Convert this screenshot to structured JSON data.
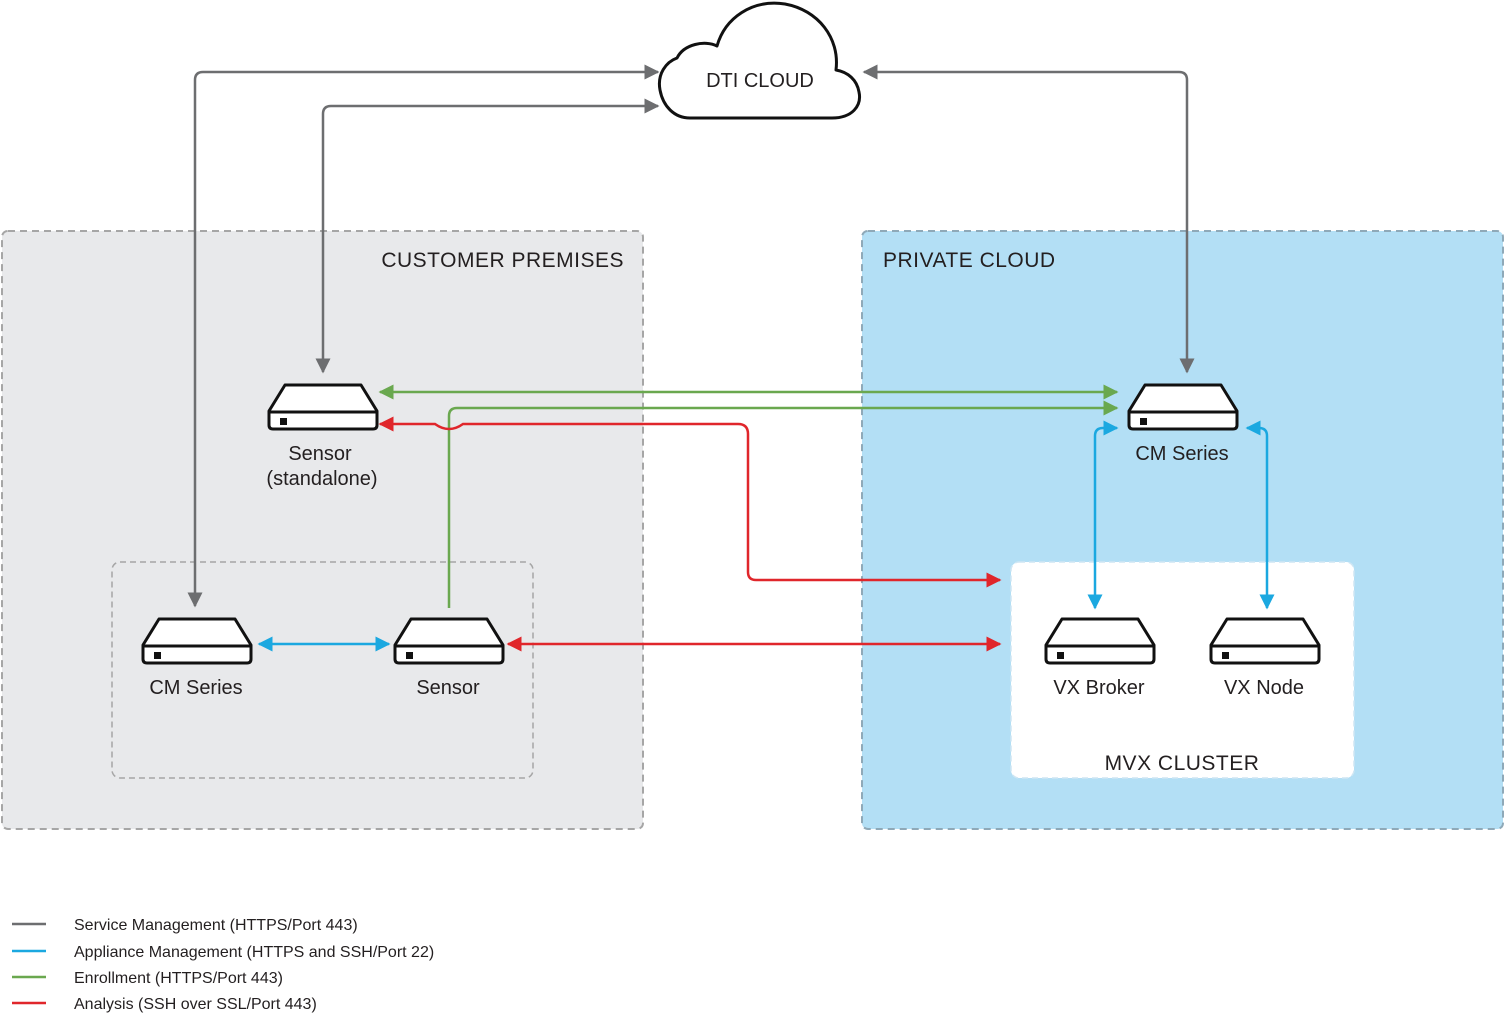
{
  "cloud": {
    "label": "DTI CLOUD",
    "icon": "cloud-icon"
  },
  "zones": {
    "customer_premises": {
      "title": "CUSTOMER PREMISES",
      "fill": "#e8e9eb"
    },
    "private_cloud": {
      "title": "PRIVATE CLOUD",
      "fill": "#b3dff5"
    },
    "mvx_cluster": {
      "title": "MVX CLUSTER",
      "fill": "#ffffff"
    }
  },
  "devices": {
    "sensor_standalone": {
      "line1": "Sensor",
      "line2": "(standalone)",
      "icon": "server-appliance-icon"
    },
    "cm_series_local": {
      "label": "CM Series",
      "icon": "server-appliance-icon"
    },
    "sensor": {
      "label": "Sensor",
      "icon": "server-appliance-icon"
    },
    "cm_series_private": {
      "label": "CM Series",
      "icon": "server-appliance-icon"
    },
    "vx_broker": {
      "label": "VX Broker",
      "icon": "server-appliance-icon"
    },
    "vx_node": {
      "label": "VX Node",
      "icon": "server-appliance-icon"
    }
  },
  "connection_colors": {
    "service_management": "#6d6e70",
    "appliance_management": "#1ba8e0",
    "enrollment": "#6aa84f",
    "analysis": "#e0262b"
  },
  "legend": [
    {
      "label": "Service Management (HTTPS/Port 443)",
      "color": "#6d6e70"
    },
    {
      "label": "Appliance Management (HTTPS and SSH/Port 22)",
      "color": "#1ba8e0"
    },
    {
      "label": "Enrollment (HTTPS/Port 443)",
      "color": "#6aa84f"
    },
    {
      "label": "Analysis (SSH over SSL/Port 443)",
      "color": "#e0262b"
    }
  ]
}
